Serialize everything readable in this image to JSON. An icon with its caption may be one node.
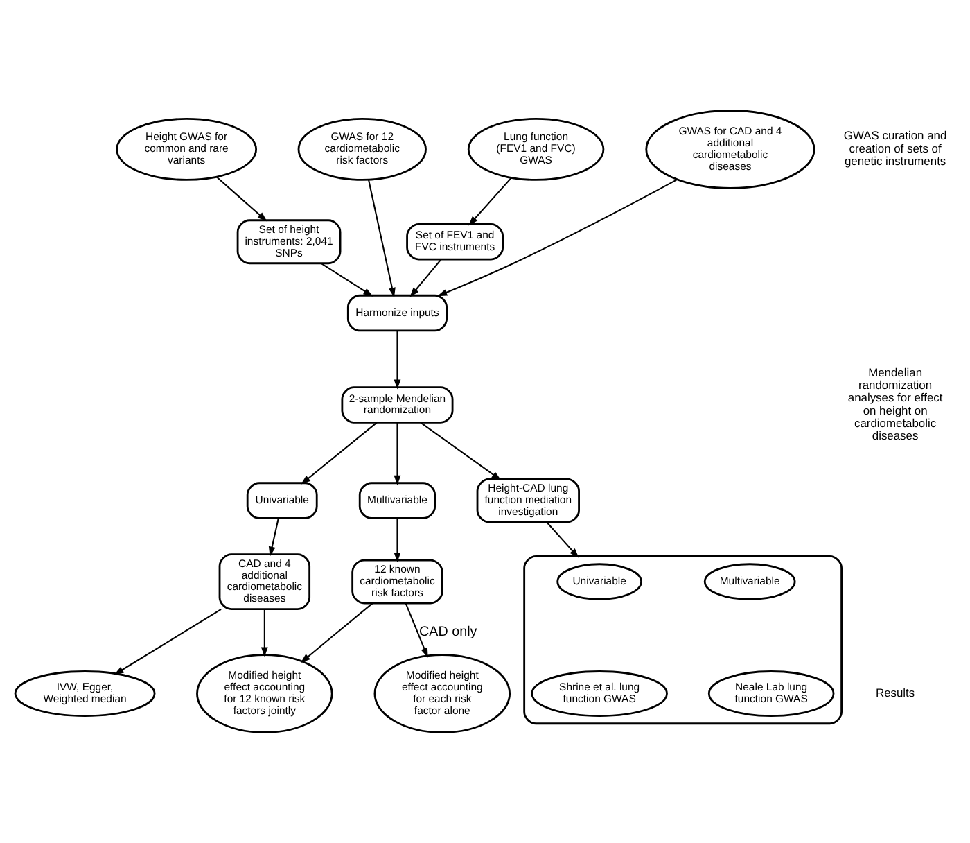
{
  "diagram": {
    "nodes": [
      {
        "text": [
          "Height GWAS for common and rare variants"
        ]
      },
      {
        "text": [
          "GWAS for 12 cardiometabolic risk factors"
        ]
      },
      {
        "text": [
          "Lung function (FEV1 and FVC) GWAS"
        ]
      },
      {
        "text": [
          "GWAS for CAD and 4 additional cardiometabolic diseases"
        ]
      },
      {
        "text": [
          "Set of height instruments: 2,041 SNPs"
        ]
      },
      {
        "text": [
          "Set of FEV1 and FVC instruments"
        ]
      },
      {
        "text": [
          "Harmonize inputs"
        ]
      },
      {
        "text": [
          "2-sample Mendelian randomization"
        ]
      },
      {
        "text": [
          "Univariable"
        ]
      },
      {
        "text": [
          "Multivariable"
        ]
      },
      {
        "text": [
          "Height-CAD lung function mediation investigation"
        ]
      },
      {
        "text": [
          "CAD and 4 additional cardiometabolic diseases"
        ]
      },
      {
        "text": [
          "12 known cardiometabolic risk factors"
        ]
      },
      {
        "text": [
          "IVW, Egger, Weighted median"
        ]
      },
      {
        "text": [
          "Modified height effect accounting for 12 known risk factors jointly"
        ]
      },
      {
        "text": [
          "Modified height effect accounting for each risk factor alone"
        ]
      },
      {
        "text": [],
        "shape": "box"
      },
      {
        "text": [
          "Univariable"
        ],
        "in": 16
      },
      {
        "text": [
          "Multivariable"
        ],
        "in": 16
      },
      {
        "text": [
          "Shrine et al. lung function GWAS"
        ],
        "in": 16
      },
      {
        "text": [
          "Neale Lab lung function GWAS"
        ],
        "in": 16
      }
    ],
    "edges": [
      {
        "from": 0,
        "to": 4,
        "arrow": "to"
      },
      {
        "from": 1,
        "to": 6,
        "arrow": "to"
      },
      {
        "from": 2,
        "to": 5,
        "arrow": "to"
      },
      {
        "from": 3,
        "to": 6,
        "arrow": "to"
      },
      {
        "from": 4,
        "to": 6,
        "arrow": "to"
      },
      {
        "from": 5,
        "to": 6,
        "arrow": "to"
      },
      {
        "from": 6,
        "to": 7,
        "arrow": "to"
      },
      {
        "from": 7,
        "to": 8,
        "arrow": "to"
      },
      {
        "from": 7,
        "to": 9,
        "arrow": "to"
      },
      {
        "from": 7,
        "to": 10,
        "arrow": "to"
      },
      {
        "from": 8,
        "to": 11,
        "arrow": "to"
      },
      {
        "from": 9,
        "to": 12,
        "arrow": "to"
      },
      {
        "from": 10,
        "to": 16,
        "arrow": "to"
      },
      {
        "from": 11,
        "to": 13,
        "arrow": "to"
      },
      {
        "from": 11,
        "to": 14,
        "arrow": "to"
      },
      {
        "from": 12,
        "to": 14,
        "arrow": "to"
      },
      {
        "from": 12,
        "to": 15,
        "arrow": "to",
        "label": "CAD only"
      }
    ],
    "labels": [
      "GWAS curation and creation of sets of genetic instruments",
      "Mendelian randomization analyses for effect on height on cardiometabolic diseases",
      "Results"
    ]
  }
}
